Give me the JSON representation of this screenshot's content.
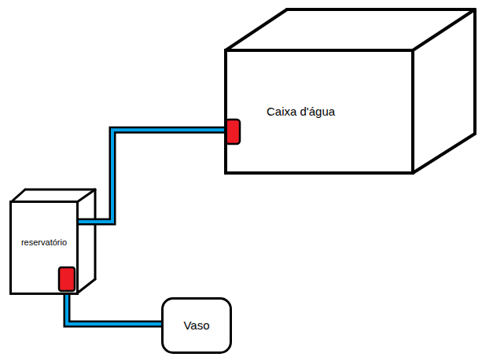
{
  "diagram": {
    "nodes": [
      {
        "text": [
          "Caixa d'água"
        ]
      },
      {
        "text": [
          "reservatório"
        ]
      },
      {
        "text": [
          "Vaso"
        ]
      }
    ],
    "edges": [
      {
        "from": 0,
        "to": 1,
        "arrow": "none"
      },
      {
        "from": 1,
        "to": 2,
        "arrow": "none"
      }
    ]
  }
}
